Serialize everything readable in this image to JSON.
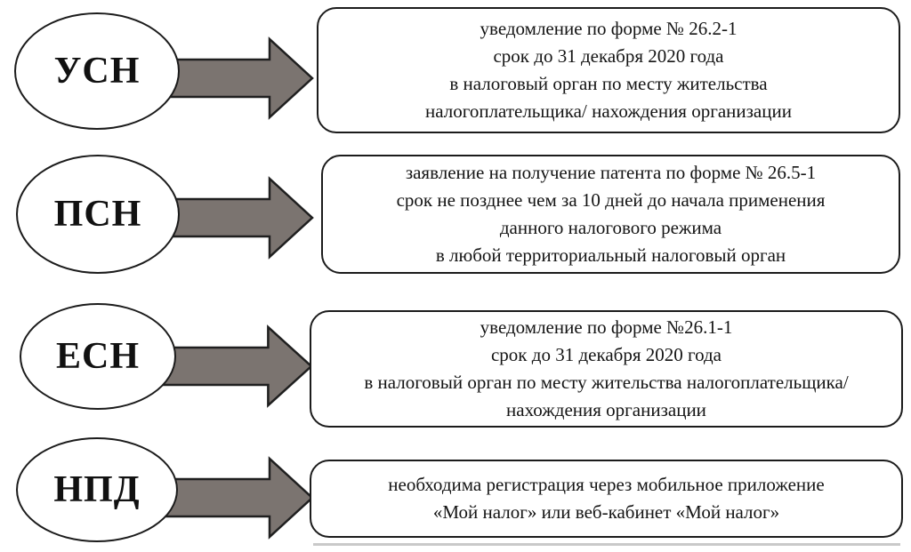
{
  "colors": {
    "background": "#ffffff",
    "arrow_fill": "#7b7470",
    "arrow_stroke": "#1f1f1f",
    "shape_stroke": "#1b1b1b"
  },
  "rows": [
    {
      "label": "УСН",
      "lines": [
        "уведомление по форме № 26.2-1",
        "срок до 31 декабря 2020 года",
        "в налоговый орган по месту жительства",
        "налогоплательщика/ нахождения организации"
      ]
    },
    {
      "label": "ПСН",
      "lines": [
        "заявление на получение патента по форме № 26.5-1",
        "срок не позднее чем за 10 дней до начала применения",
        "данного налогового режима",
        "в любой территориальный налоговый орган"
      ]
    },
    {
      "label": "ЕСН",
      "lines": [
        "уведомление по форме №26.1-1",
        "срок до 31 декабря 2020 года",
        "в налоговый орган по месту жительства налогоплательщика/",
        "нахождения организации"
      ]
    },
    {
      "label": "НПД",
      "lines": [
        "необходима регистрация через мобильное приложение",
        "«Мой налог» или веб-кабинет «Мой налог»"
      ]
    }
  ]
}
